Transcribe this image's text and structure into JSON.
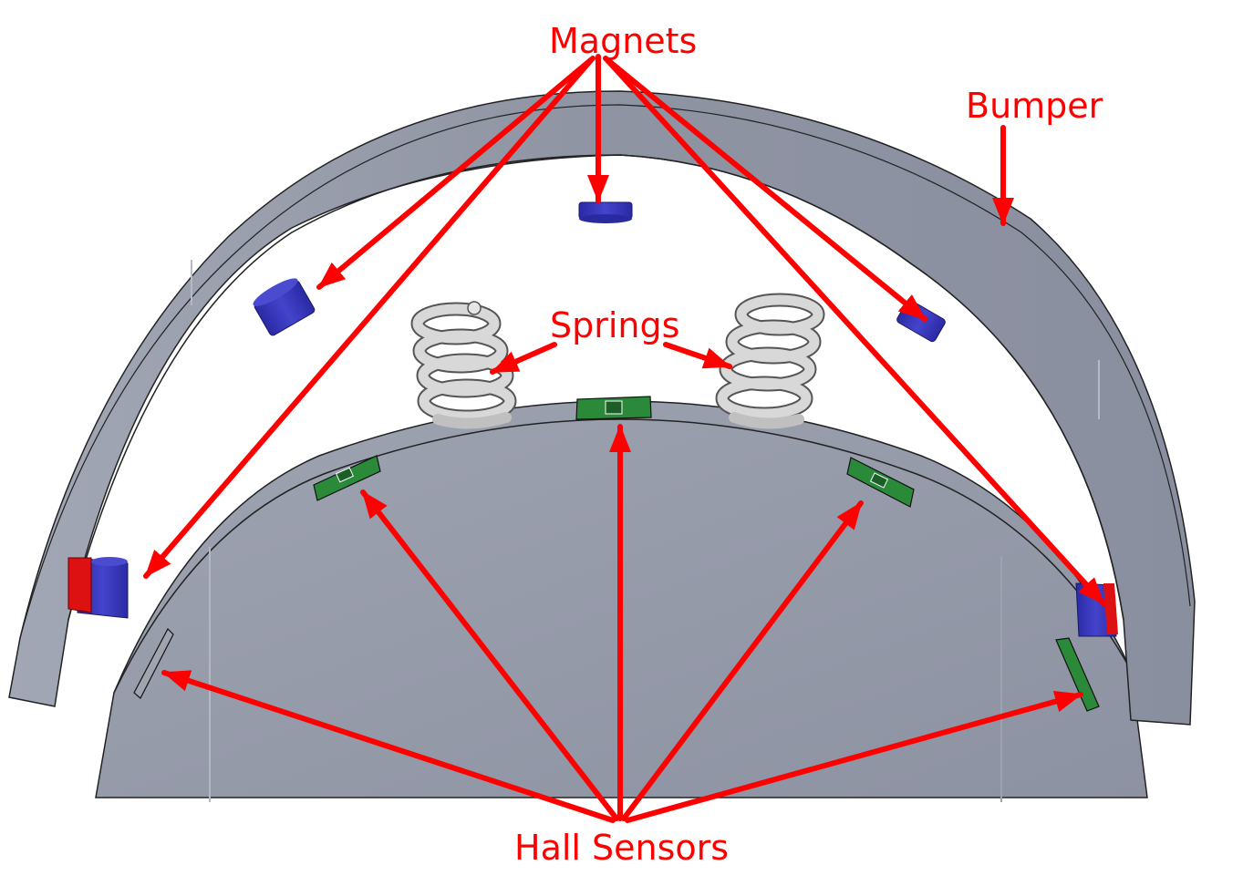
{
  "labels": {
    "magnets": "Magnets",
    "bumper": "Bumper",
    "springs": "Springs",
    "hall_sensors": "Hall Sensors"
  },
  "colors": {
    "annotation": "#ff0000",
    "bumper_front": "#8a8fa0",
    "bumper_top": "#7d8295",
    "base_top": "#9499a7",
    "base_side": "#8b90a0",
    "magnet_blue": "#3333bb",
    "magnet_red": "#dd1111",
    "sensor_green": "#2a8a3a",
    "spring_silver": "#c8c8c8"
  }
}
